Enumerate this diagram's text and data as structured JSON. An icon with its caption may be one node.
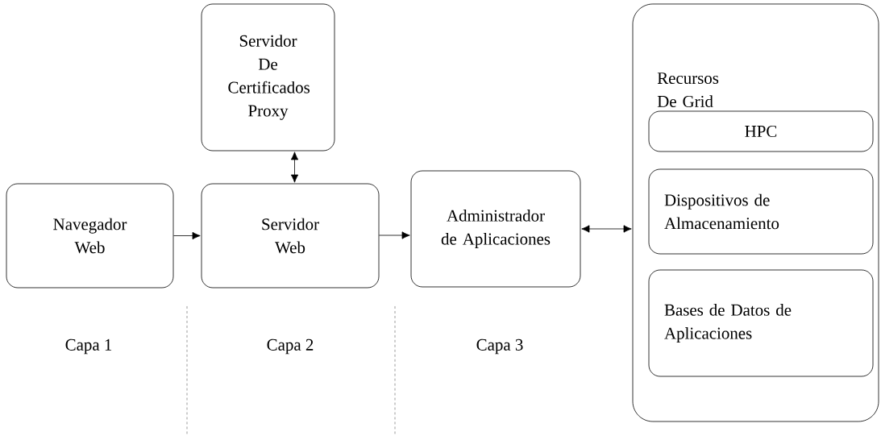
{
  "diagram": {
    "nodes": [
      {
        "text": [
          "Servidor De Certificados Proxy"
        ]
      },
      {
        "text": [
          "Navegador Web"
        ]
      },
      {
        "text": [
          "Servidor Web"
        ]
      },
      {
        "text": [
          "Administrador de Aplicaciones"
        ]
      },
      {
        "text": [
          "Recursos De Grid"
        ]
      },
      {
        "text": [
          "HPC"
        ],
        "in": 4
      },
      {
        "text": [
          "Dispositivos de Almacenamiento"
        ],
        "in": 4
      },
      {
        "text": [
          "Bases de Datos de Aplicaciones"
        ],
        "in": 4
      }
    ],
    "edges": [
      {
        "from": 1,
        "to": 2,
        "arrow": "to"
      },
      {
        "from": 2,
        "to": 3,
        "arrow": "to"
      },
      {
        "from": 0,
        "to": 2,
        "arrow": "both"
      },
      {
        "from": 3,
        "to": 4,
        "arrow": "both"
      }
    ],
    "labels": [
      "Capa 1",
      "Capa 2",
      "Capa 3"
    ]
  }
}
